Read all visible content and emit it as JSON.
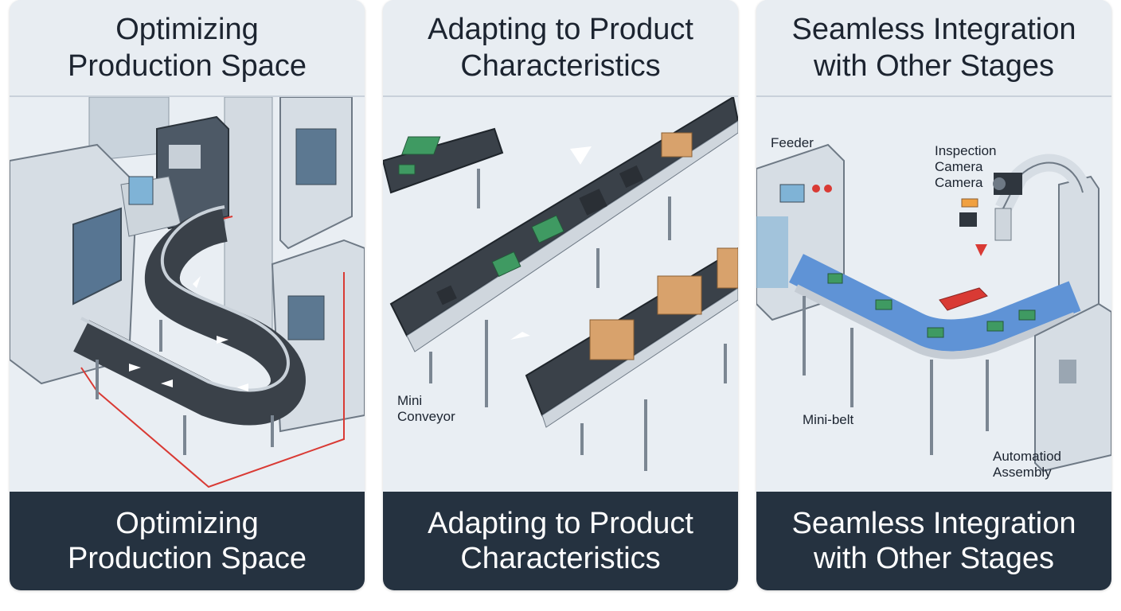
{
  "panels": [
    {
      "header_lines": [
        "Optimizing",
        "Production Space"
      ],
      "footer_lines": [
        "Optimizing",
        "Production Space"
      ],
      "labels": []
    },
    {
      "header_lines": [
        "Adapting to Product",
        "Characteristics"
      ],
      "footer_lines": [
        "Adapting to Product",
        "Characteristics"
      ],
      "labels": [
        {
          "lines": [
            "Mini",
            "Conveyor"
          ]
        }
      ]
    },
    {
      "header_lines": [
        "Seamless Integration",
        "with Other Stages"
      ],
      "footer_lines": [
        "Seamless Integration",
        "with Other Stages"
      ],
      "labels": [
        {
          "lines": [
            "Feeder"
          ]
        },
        {
          "lines": [
            "Inspection",
            "Camera",
            "Camera"
          ]
        },
        {
          "lines": [
            "Mini-belt"
          ]
        },
        {
          "lines": [
            "Automatiod",
            "Assembly"
          ]
        }
      ]
    }
  ],
  "colors": {
    "header_bg": "#e8edf2",
    "footer_bg": "#253240",
    "belt": "#3a4149",
    "machine": "#d6dde4",
    "boundary_red": "#d93a34",
    "pcb_green": "#3f9a62",
    "box_tan": "#d8a26c",
    "belt_blue": "#5f93d6"
  },
  "icons": [
    "conveyor-illustration",
    "arrow-icon",
    "box-icon",
    "pcb-icon",
    "camera-icon",
    "robot-arm-icon",
    "sparkle-icon"
  ]
}
